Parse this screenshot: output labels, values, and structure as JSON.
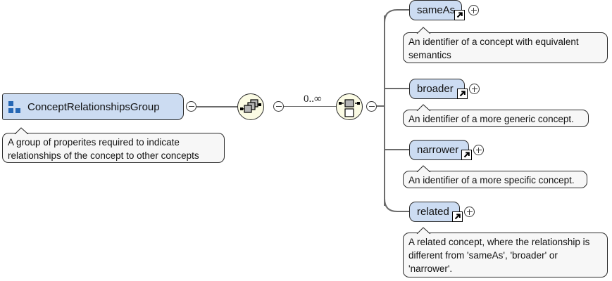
{
  "diagram": {
    "type": "xml-schema-diagram",
    "title": "ConceptRelationshipsGroup",
    "background_color": "#ffffff",
    "node_fill_color": "#ccdcf2",
    "node_border_color": "#2b2b2b",
    "annotation_fill_color": "#f7f7f7",
    "compositor_fill_color": "#fbfbe4",
    "connector_color": "#6b6b6b",
    "icon_color": "#2567b5"
  },
  "root": {
    "label": "ConceptRelationshipsGroup",
    "icon": "attribute-group-icon",
    "toggle": "minus",
    "annotation": "A group of properites required to indicate relationships of the concept to other concepts"
  },
  "compositors": [
    {
      "kind": "sequence",
      "icon": "sequence-icon",
      "toggle": "minus"
    },
    {
      "kind": "choice",
      "icon": "choice-icon",
      "toggle": "minus",
      "cardinality": "0..∞"
    }
  ],
  "children": [
    {
      "label": "sameAs",
      "badge": "reference-arrow-icon",
      "toggle": "plus",
      "annotation": "An identifier of a concept with equivalent semantics"
    },
    {
      "label": "broader",
      "badge": "reference-arrow-icon",
      "toggle": "plus",
      "annotation": "An identifier of a more generic concept."
    },
    {
      "label": "narrower",
      "badge": "reference-arrow-icon",
      "toggle": "plus",
      "annotation": "An identifier of a more specific concept."
    },
    {
      "label": "related",
      "badge": "reference-arrow-icon",
      "toggle": "plus",
      "annotation": "A related concept, where the relationship is different from 'sameAs', 'broader' or 'narrower'."
    }
  ]
}
